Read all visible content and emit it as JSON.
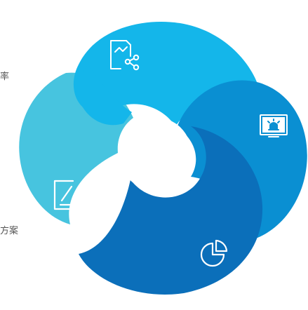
{
  "side_labels": {
    "upper": "率",
    "lower": "方案"
  },
  "segments": [
    {
      "name": "analytics-share",
      "color": "#14b6ea",
      "icon": "chart-share-icon"
    },
    {
      "name": "monitor-alert",
      "color": "#0a8fd2",
      "icon": "monitor-alarm-icon"
    },
    {
      "name": "report-pie",
      "color": "#0b6fba",
      "icon": "pie-chart-icon"
    },
    {
      "name": "notes-edit",
      "color": "#47c4df",
      "icon": "edit-document-icon"
    }
  ],
  "colors": {
    "background": "#ffffff",
    "icon_stroke": "#ffffff"
  }
}
